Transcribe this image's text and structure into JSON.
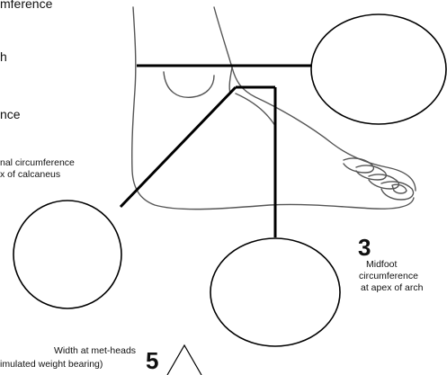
{
  "labels": {
    "top_left_1": "mference",
    "top_left_2": "h",
    "top_left_3": "nce",
    "proximal_1": "nal circumference",
    "proximal_2": "x of calcaneus",
    "midfoot_number": "3",
    "midfoot_1": "Midfoot",
    "midfoot_2": "circumference",
    "midfoot_3": "at apex of arch",
    "met_heads_1": "Width at met-heads",
    "met_heads_2": "imulated weight bearing)",
    "met_heads_number": "5"
  }
}
